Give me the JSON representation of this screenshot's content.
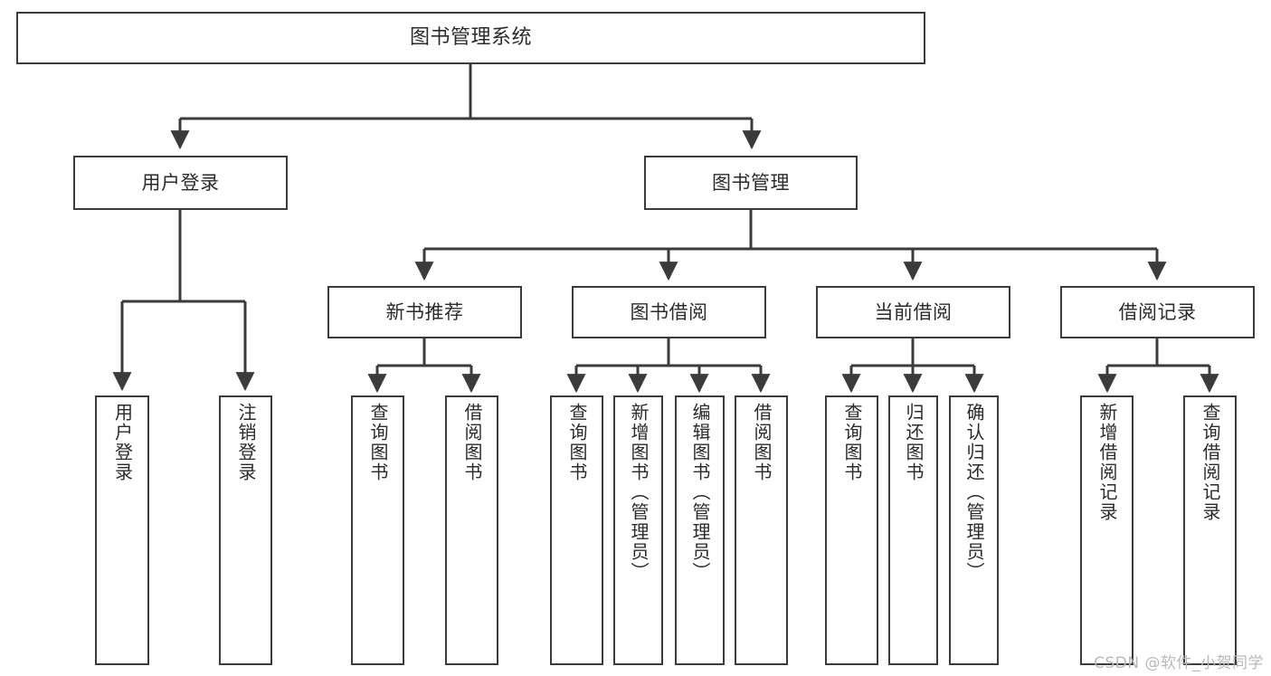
{
  "diagram": {
    "type": "tree-hierarchy",
    "title": "图书管理系统",
    "orientation": "top-down",
    "colors": {
      "box_border": "#3b3b3b",
      "box_fill": "#ffffff",
      "edge": "#3b3b3b",
      "text": "#2b2b2b",
      "watermark": "#b9b9b9"
    }
  },
  "nodes": {
    "root": {
      "label": "图书管理系统"
    },
    "level1": [
      {
        "label": "用户登录"
      },
      {
        "label": "图书管理"
      }
    ],
    "level2": [
      {
        "label": "新书推荐"
      },
      {
        "label": "图书借阅"
      },
      {
        "label": "当前借阅"
      },
      {
        "label": "借阅记录"
      }
    ],
    "leaves": {
      "user_login": [
        {
          "label": "用户登录"
        },
        {
          "label": "注销登录"
        }
      ],
      "new_book_recommend": [
        {
          "label": "查询图书"
        },
        {
          "label": "借阅图书"
        }
      ],
      "book_borrow": [
        {
          "label": "查询图书"
        },
        {
          "label": "新增图书（管理员）"
        },
        {
          "label": "编辑图书（管理员）"
        },
        {
          "label": "借阅图书"
        }
      ],
      "current_borrow": [
        {
          "label": "查询图书"
        },
        {
          "label": "归还图书"
        },
        {
          "label": "确认归还（管理员）"
        }
      ],
      "borrow_records": [
        {
          "label": "新增借阅记录"
        },
        {
          "label": "查询借阅记录"
        }
      ]
    }
  },
  "watermark": {
    "text": "CSDN @软件_小贺同学"
  }
}
